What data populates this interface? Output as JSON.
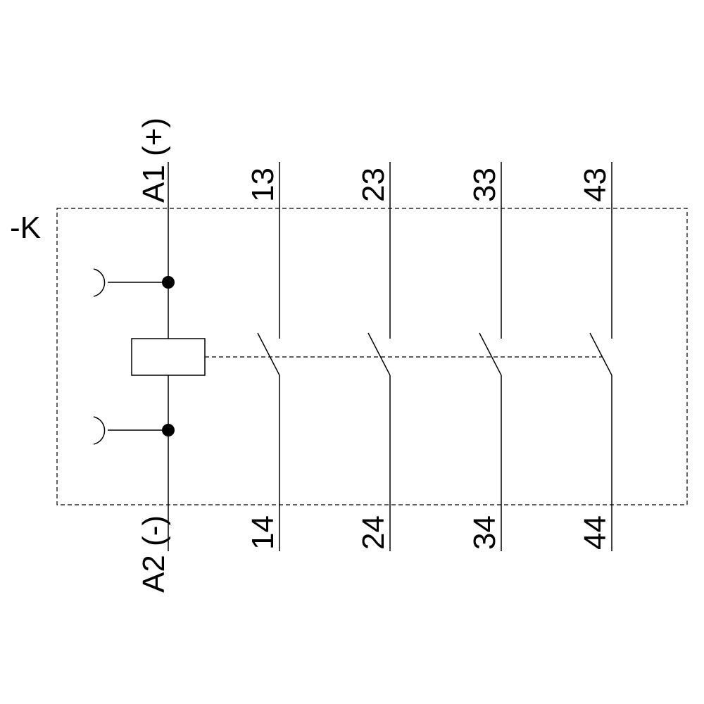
{
  "device_label": "-K",
  "coil": {
    "top_label": "A1 (+)",
    "bottom_label": "A2 (-)"
  },
  "contacts": [
    {
      "top": "13",
      "bottom": "14"
    },
    {
      "top": "23",
      "bottom": "24"
    },
    {
      "top": "33",
      "bottom": "34"
    },
    {
      "top": "43",
      "bottom": "44"
    }
  ]
}
